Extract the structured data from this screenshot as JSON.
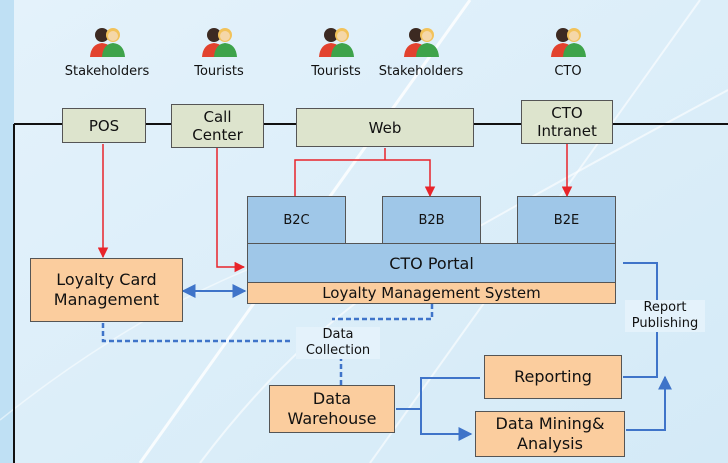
{
  "actors": [
    {
      "label": "Stakeholders"
    },
    {
      "label": "Tourists"
    },
    {
      "label": "Tourists"
    },
    {
      "label": "Stakeholders"
    },
    {
      "label": "CTO"
    }
  ],
  "channels": {
    "pos": "POS",
    "call_center": [
      "Call",
      "Center"
    ],
    "web": "Web",
    "cto_intranet": [
      "CTO",
      "Intranet"
    ]
  },
  "portal": {
    "b2c": "B2C",
    "b2b": "B2B",
    "b2e": "B2E",
    "title": "CTO Portal",
    "lms": "Loyalty Management System"
  },
  "boxes": {
    "loyalty_card": [
      "Loyalty Card",
      "Management"
    ],
    "data_warehouse": [
      "Data",
      "Warehouse"
    ],
    "reporting": "Reporting",
    "data_mining": [
      "Data Mining&",
      "Analysis"
    ]
  },
  "labels": {
    "data_collection": [
      "Data",
      "Collection"
    ],
    "report_publishing": [
      "Report",
      "Publishing"
    ]
  },
  "colors": {
    "channel_fill": "#dde4cd",
    "portal_fill": "#9fc7e8",
    "process_fill": "#fbcd9e",
    "red_arrow": "#e8242a",
    "blue_arrow": "#3f74c9"
  }
}
